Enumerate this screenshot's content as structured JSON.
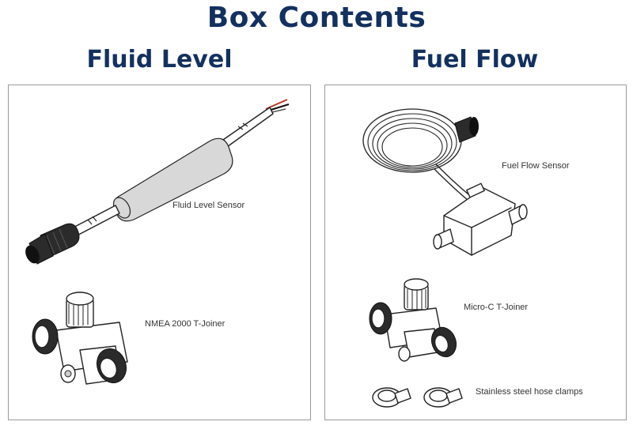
{
  "page": {
    "title": "Box Contents"
  },
  "sections": {
    "fluid_level": {
      "heading": "Fluid Level",
      "items": [
        {
          "label": "Fluid Level Sensor"
        },
        {
          "label": "NMEA 2000  T-Joiner"
        }
      ]
    },
    "fuel_flow": {
      "heading": "Fuel Flow",
      "items": [
        {
          "label": "Fuel Flow Sensor"
        },
        {
          "label": "Micro-C  T-Joiner"
        },
        {
          "label": "Stainless steel hose clamps"
        }
      ]
    }
  }
}
